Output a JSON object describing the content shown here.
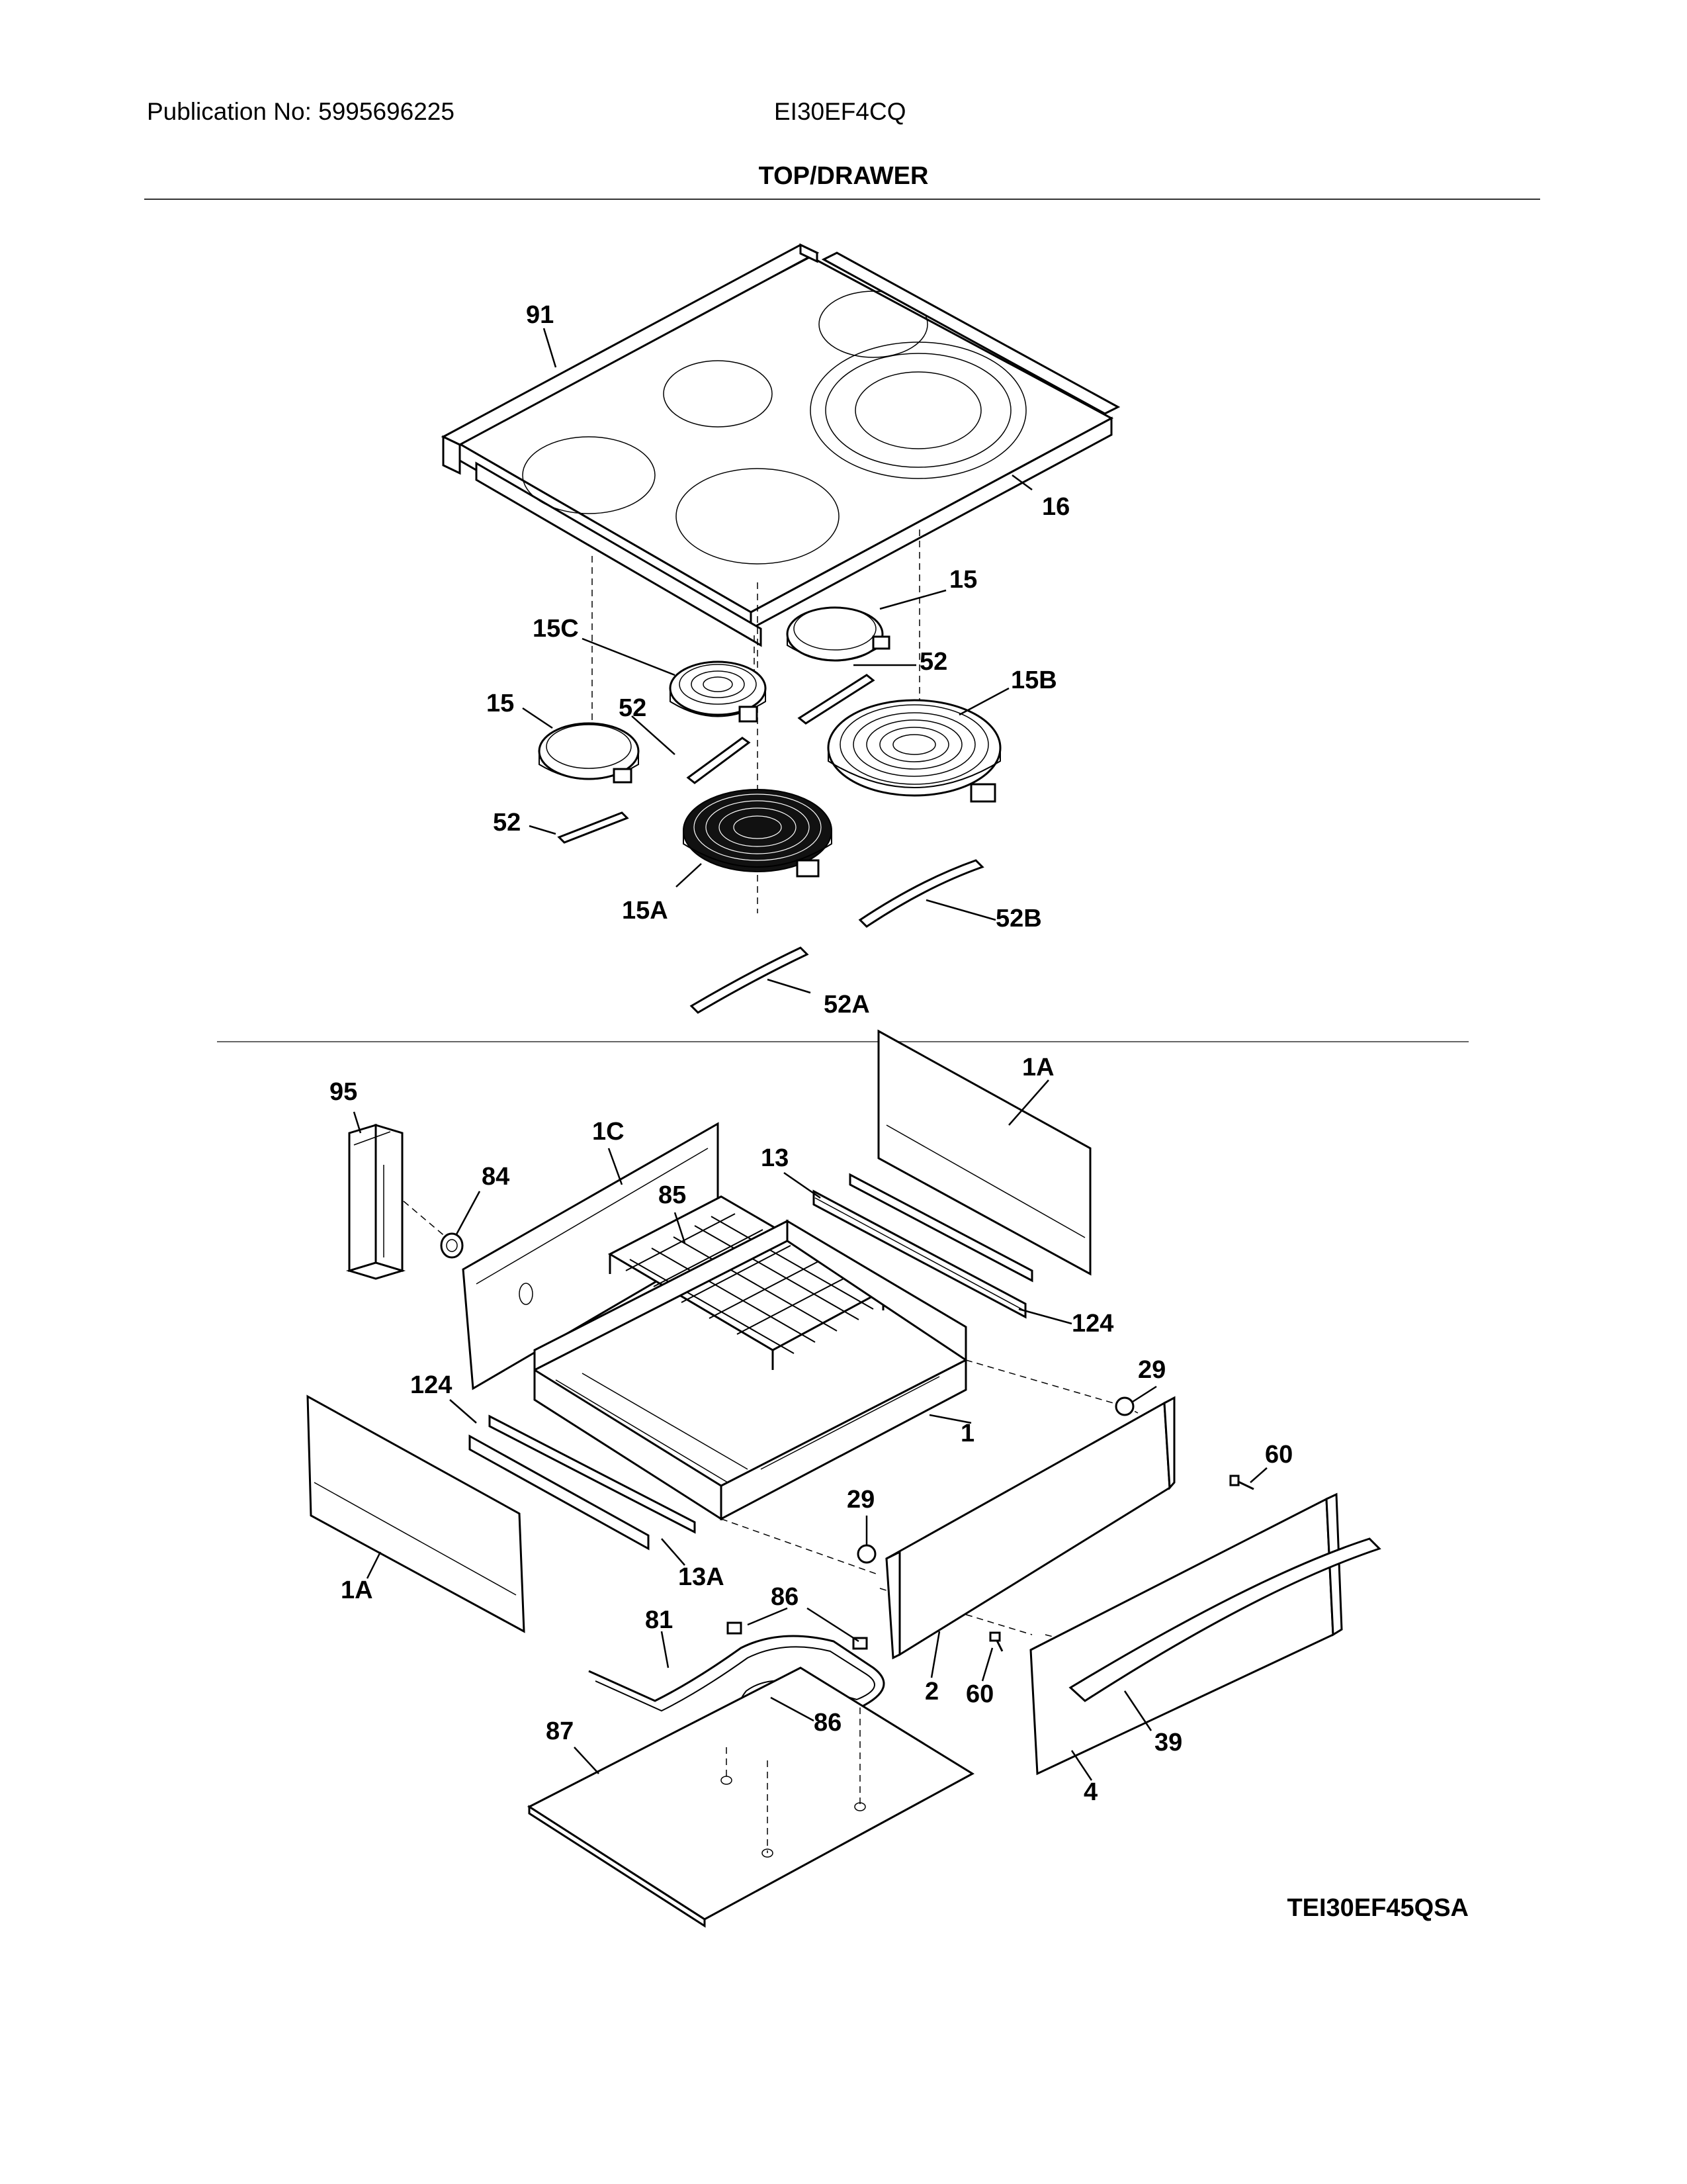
{
  "header": {
    "publication": "Publication No: 5995696225",
    "model": "EI30EF4CQ"
  },
  "section_title": "TOP/DRAWER",
  "diagram_code": "TEI30EF45QSA",
  "callouts": {
    "c91": "91",
    "c16": "16",
    "c15a": "15",
    "c15b": "15",
    "c15C": "15C",
    "c52a": "52",
    "c52b": "52",
    "c52c": "52",
    "c15B": "15B",
    "c15A": "15A",
    "c52B": "52B",
    "c52A": "52A",
    "c95": "95",
    "c84": "84",
    "c1C": "1C",
    "c85": "85",
    "c13": "13",
    "c1Atop": "1A",
    "c124a": "124",
    "c29a": "29",
    "c124b": "124",
    "c1": "1",
    "c29b": "29",
    "c60a": "60",
    "c1Abot": "1A",
    "c13A": "13A",
    "c86a": "86",
    "c81": "81",
    "c86b": "86",
    "c2": "2",
    "c60b": "60",
    "c87": "87",
    "c39": "39",
    "c4": "4"
  }
}
